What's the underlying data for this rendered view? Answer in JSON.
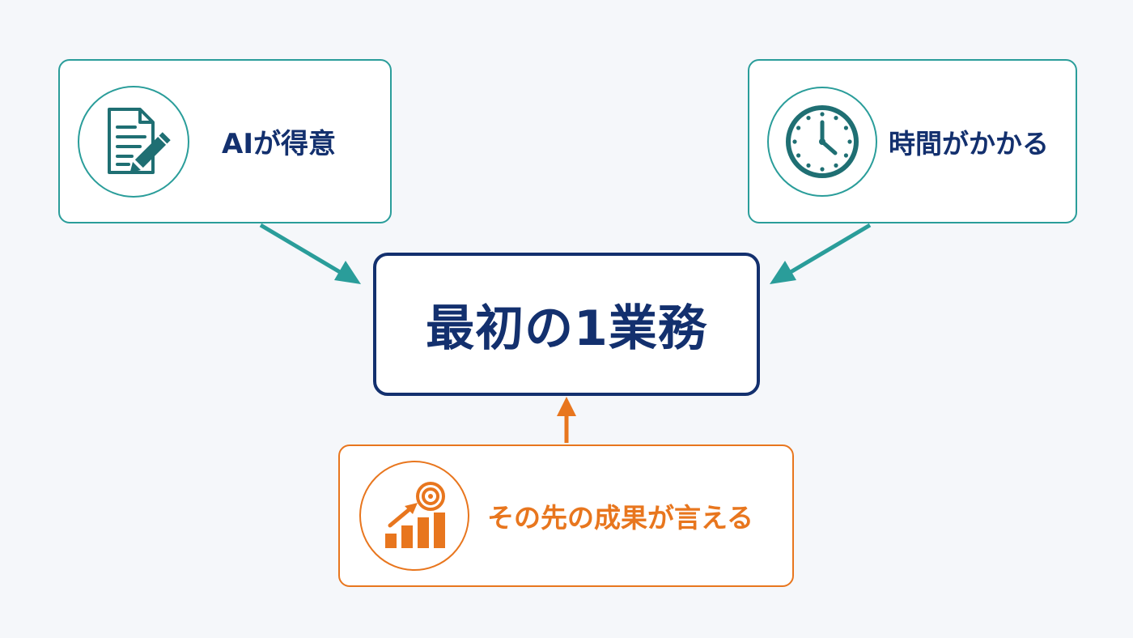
{
  "nodes": {
    "ai_good": {
      "label": "AIが得意",
      "icon": "document-pencil-icon"
    },
    "takes_time": {
      "label": "時間がかかる",
      "icon": "clock-icon"
    },
    "first_task": {
      "label": "最初の1業務"
    },
    "results": {
      "label": "その先の成果が言える",
      "icon": "growth-chart-target-icon"
    }
  },
  "edges": [
    {
      "from": "ai_good",
      "to": "first_task"
    },
    {
      "from": "takes_time",
      "to": "first_task"
    },
    {
      "from": "results",
      "to": "first_task"
    }
  ],
  "colors": {
    "teal": "#2a9d9a",
    "navy": "#13306e",
    "orange": "#e8761e",
    "background": "#f5f7fa"
  }
}
